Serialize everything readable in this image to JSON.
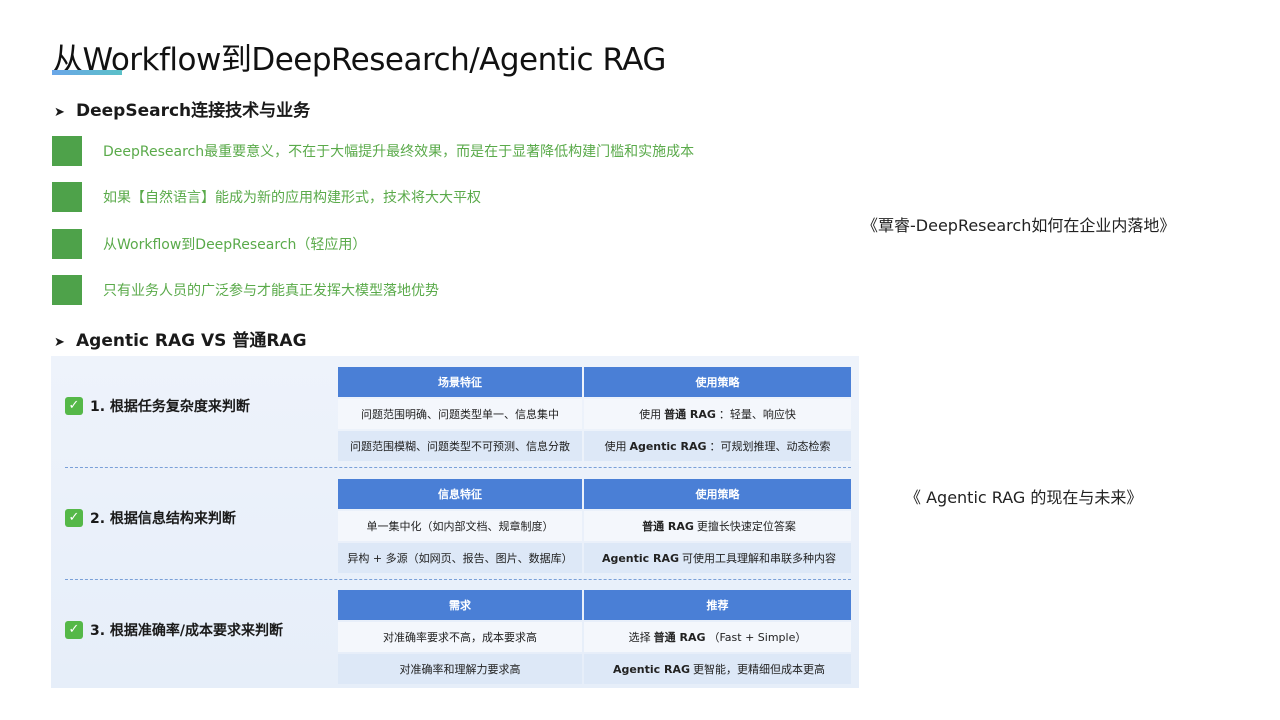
{
  "title": "从Workflow到DeepResearch/Agentic RAG",
  "section1": {
    "heading": "DeepSearch连接技术与业务",
    "bullets": [
      "DeepResearch最重要意义，不在于大幅提升最终效果，而是在于显著降低构建门槛和实施成本",
      "如果【自然语言】能成为新的应用构建形式，技术将大大平权",
      "从Workflow到DeepResearch（轻应用）",
      "只有业务人员的广泛参与才能真正发挥大模型落地优势"
    ]
  },
  "section2": {
    "heading": "Agentic RAG VS 普通RAG"
  },
  "references": {
    "ref1": "《覃睿-DeepResearch如何在企业内落地》",
    "ref2": "《 Agentic RAG 的现在与未来》"
  },
  "table": {
    "blocks": [
      {
        "label": "1. 根据任务复杂度来判断",
        "header": [
          "场景特征",
          "使用策略"
        ],
        "rows": [
          {
            "c1": "问题范围明确、问题类型单一、信息集中",
            "c2_pre": "使用",
            "c2_bold": "普通 RAG",
            "c2_post": "：轻量、响应快"
          },
          {
            "c1": "问题范围模糊、问题类型不可预测、信息分散",
            "c2_pre": "使用",
            "c2_bold": "Agentic RAG",
            "c2_post": "：可规划推理、动态检索"
          }
        ]
      },
      {
        "label": "2. 根据信息结构来判断",
        "header": [
          "信息特征",
          "使用策略"
        ],
        "rows": [
          {
            "c1": "单一集中化（如内部文档、规章制度）",
            "c2_pre": "",
            "c2_bold": "普通 RAG",
            "c2_post": "更擅长快速定位答案"
          },
          {
            "c1": "异构 + 多源（如网页、报告、图片、数据库）",
            "c2_pre": "",
            "c2_bold": "Agentic RAG",
            "c2_post": "可使用工具理解和串联多种内容"
          }
        ]
      },
      {
        "label": "3. 根据准确率/成本要求来判断",
        "header": [
          "需求",
          "推荐"
        ],
        "rows": [
          {
            "c1": "对准确率要求不高，成本要求高",
            "c2_pre": "选择",
            "c2_bold": "普通 RAG",
            "c2_post": "（Fast + Simple）"
          },
          {
            "c1": "对准确率和理解力要求高",
            "c2_pre": "",
            "c2_bold": "Agentic RAG",
            "c2_post": "更智能，更精细但成本更高"
          }
        ]
      }
    ]
  },
  "colors": {
    "bullet_square": "#4ea24a",
    "bullet_text": "#5aaa4a",
    "table_header": "#4a7fd6",
    "check": "#55b848"
  }
}
